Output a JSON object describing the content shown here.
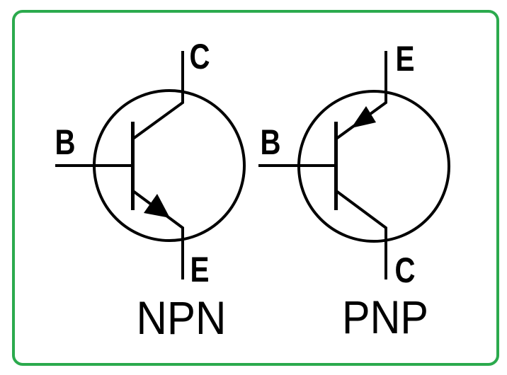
{
  "frame": {
    "border_color": "#2BAA4D",
    "background_color": "#FFFFFF"
  },
  "diagram": {
    "stroke_color": "#000000",
    "description": "Schematic symbols of NPN and PNP bipolar junction transistors"
  },
  "npn": {
    "caption": "NPN",
    "base_label": "B",
    "collector_label": "C",
    "emitter_label": "E"
  },
  "pnp": {
    "caption": "PNP",
    "base_label": "B",
    "emitter_label": "E",
    "collector_label": "C"
  }
}
